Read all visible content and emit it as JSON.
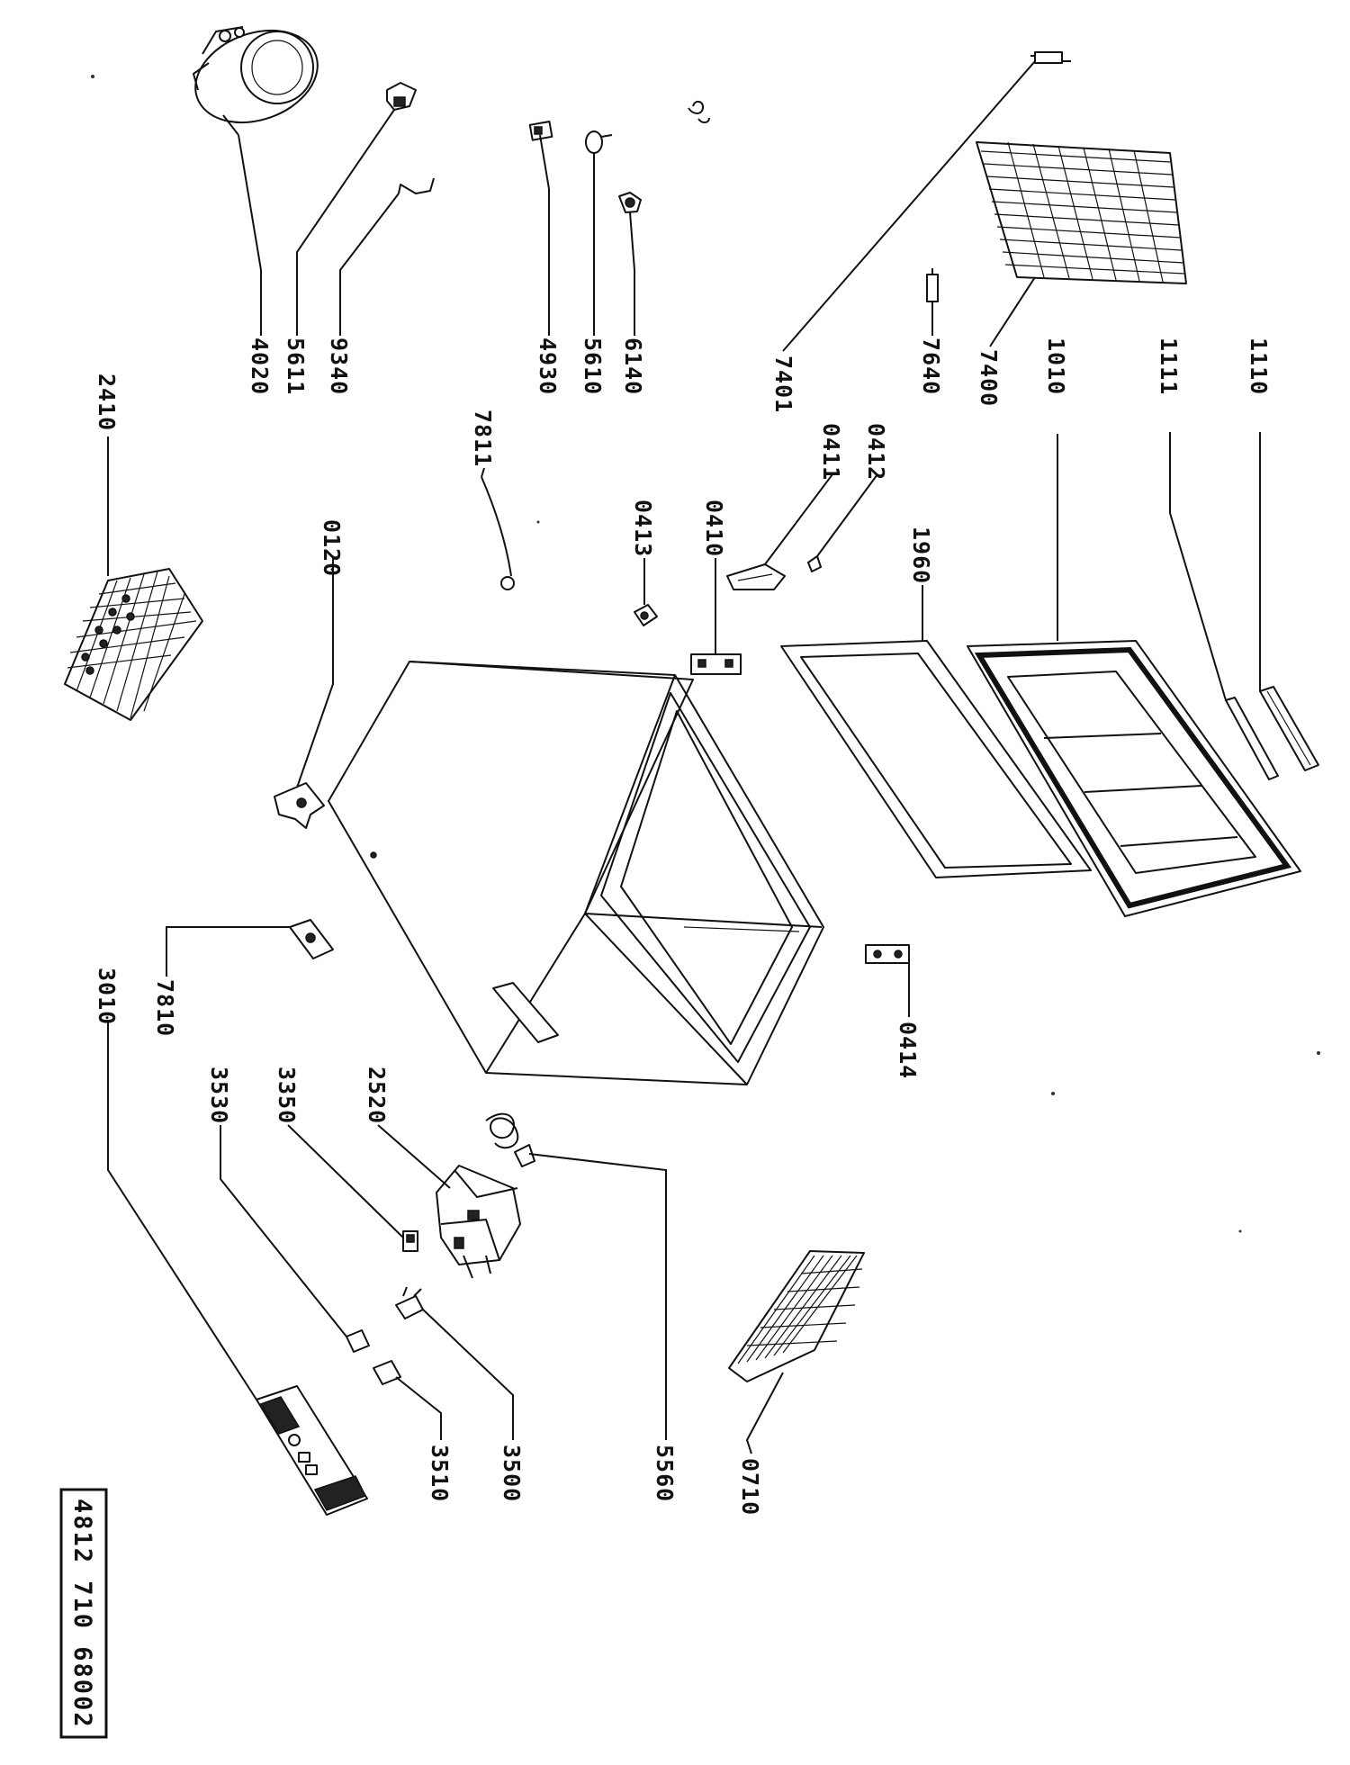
{
  "reference_number": "4812 710 68002",
  "labels": {
    "p4020": "4020",
    "p5611": "5611",
    "p9340": "9340",
    "p4930": "4930",
    "p5610": "5610",
    "p6140": "6140",
    "p7401": "7401",
    "p7640": "7640",
    "p7400": "7400",
    "p1010": "1010",
    "p1111": "1111",
    "p1110": "1110",
    "p2410": "2410",
    "p7811": "7811",
    "p0411": "0411",
    "p0412": "0412",
    "p0413": "0413",
    "p0410": "0410",
    "p1960": "1960",
    "p0120": "0120",
    "p0414": "0414",
    "p7810": "7810",
    "p3010": "3010",
    "p3530": "3530",
    "p3350": "3350",
    "p2520": "2520",
    "p5560": "5560",
    "p0710": "0710",
    "p3500": "3500",
    "p3510": "3510"
  }
}
